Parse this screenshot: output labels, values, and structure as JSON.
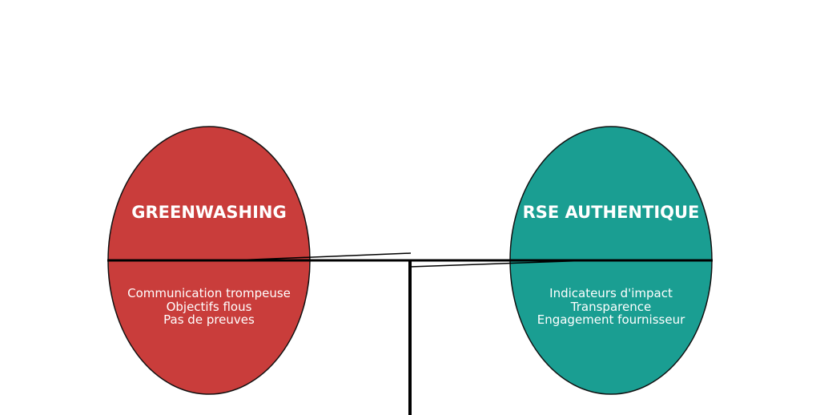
{
  "left": {
    "title": "GREENWASHING",
    "items": [
      "Communication trompeuse",
      "Objectifs flous",
      "Pas de preuves"
    ],
    "color": "#c93d3b"
  },
  "right": {
    "title": "RSE AUTHENTIQUE",
    "items": [
      "Indicateurs d'impact",
      "Transparence",
      "Engagement fournisseur"
    ],
    "color": "#1a9e92"
  },
  "colors": {
    "outline": "#111111",
    "lines": "#000000",
    "background": "#ffffff"
  }
}
